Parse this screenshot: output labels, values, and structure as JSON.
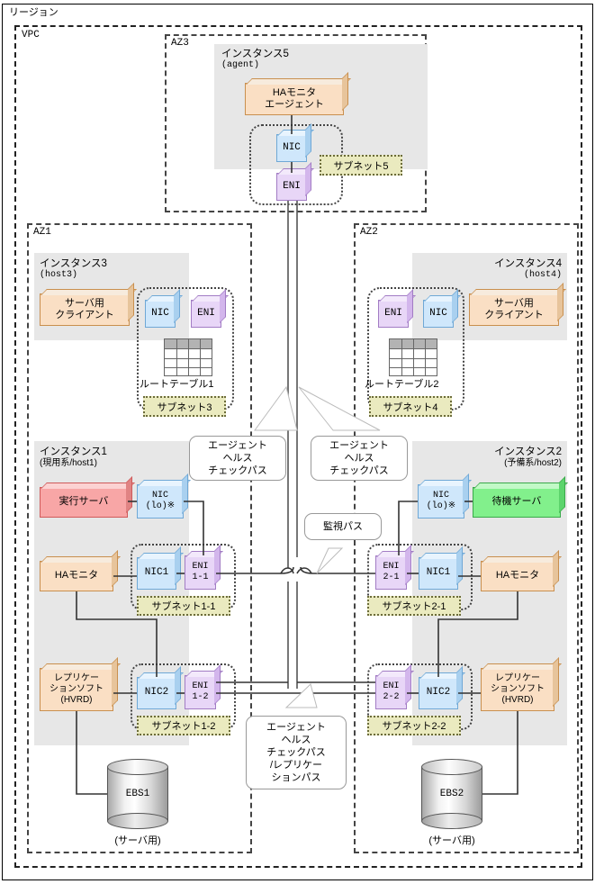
{
  "region": {
    "label": "リージョン"
  },
  "vpc": {
    "label": "VPC"
  },
  "az3": {
    "label": "AZ3",
    "instance": {
      "name": "インスタンス5",
      "host": "(agent)"
    },
    "ha_agent": "HAモニタ\nエージェント",
    "nic": "NIC",
    "eni": "ENI",
    "subnet": "サブネット5"
  },
  "az1": {
    "label": "AZ1",
    "instance3": {
      "name": "インスタンス3",
      "host": "(host3)"
    },
    "client": "サーバ用\nクライアント",
    "nic": "NIC",
    "eni": "ENI",
    "route_table": "ルートテーブル1",
    "subnet": "サブネット3",
    "instance1": {
      "name": "インスタンス1",
      "host": "(現用系/host1)"
    },
    "exec_server": "実行サーバ",
    "nic_lo": "NIC\n(lo)※",
    "ha_monitor": "HAモニタ",
    "nic1": "NIC1",
    "eni11": "ENI\n1-1",
    "subnet11": "サブネット1-1",
    "replication": "レプリケー\nションソフト\n(HVRD)",
    "nic2": "NIC2",
    "eni12": "ENI\n1-2",
    "subnet12": "サブネット1-2",
    "ebs": "EBS1",
    "ebs_caption": "(サーバ用)"
  },
  "az2": {
    "label": "AZ2",
    "instance4": {
      "name": "インスタンス4",
      "host": "(host4)"
    },
    "client": "サーバ用\nクライアント",
    "nic": "NIC",
    "eni": "ENI",
    "route_table": "ルートテーブル2",
    "subnet": "サブネット4",
    "instance2": {
      "name": "インスタンス2",
      "host": "(予備系/host2)"
    },
    "standby_server": "待機サーバ",
    "nic_lo": "NIC\n(lo)※",
    "ha_monitor": "HAモニタ",
    "nic1": "NIC1",
    "eni21": "ENI\n2-1",
    "subnet21": "サブネット2-1",
    "replication": "レプリケー\nションソフト\n(HVRD)",
    "nic2": "NIC2",
    "eni22": "ENI\n2-2",
    "subnet22": "サブネット2-2",
    "ebs": "EBS2",
    "ebs_caption": "(サーバ用)"
  },
  "callouts": {
    "agent_health_left": "エージェント\nヘルス\nチェックパス",
    "agent_health_right": "エージェント\nヘルス\nチェックパス",
    "monitor_path": "監視パス",
    "agent_health_repl": "エージェント\nヘルス\nチェックパス\n/レプリケー\nションパス"
  },
  "colors": {
    "orange": "#fadfc4",
    "red": "#f8a6a6",
    "green": "#82f08c",
    "blue": "#cfe7fb",
    "purple": "#e8d6f7",
    "subnet": "#eaeabf",
    "panel": "#e7e7e7"
  }
}
